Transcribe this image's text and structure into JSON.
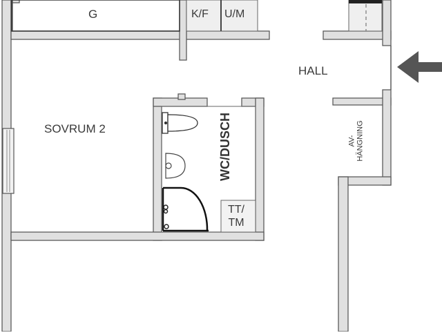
{
  "plan": {
    "title": "Floor plan",
    "wall_fill": "#e0e0e0",
    "wall_stroke": "#5a5a5a",
    "fixture_stroke": "#222222",
    "arrow_color": "#555555",
    "rooms": {
      "g": "G",
      "kf": "K/F",
      "um": "U/M",
      "hall": "HALL",
      "sovrum2": "SOVRUM 2",
      "wc_dusch": "WC/DUSCH",
      "tt_line1": "TT/",
      "tt_line2": "TM",
      "av_line1": "AV-",
      "av_line2": "HÄNGNING"
    },
    "entrance_arrow": "entrance-arrow"
  }
}
